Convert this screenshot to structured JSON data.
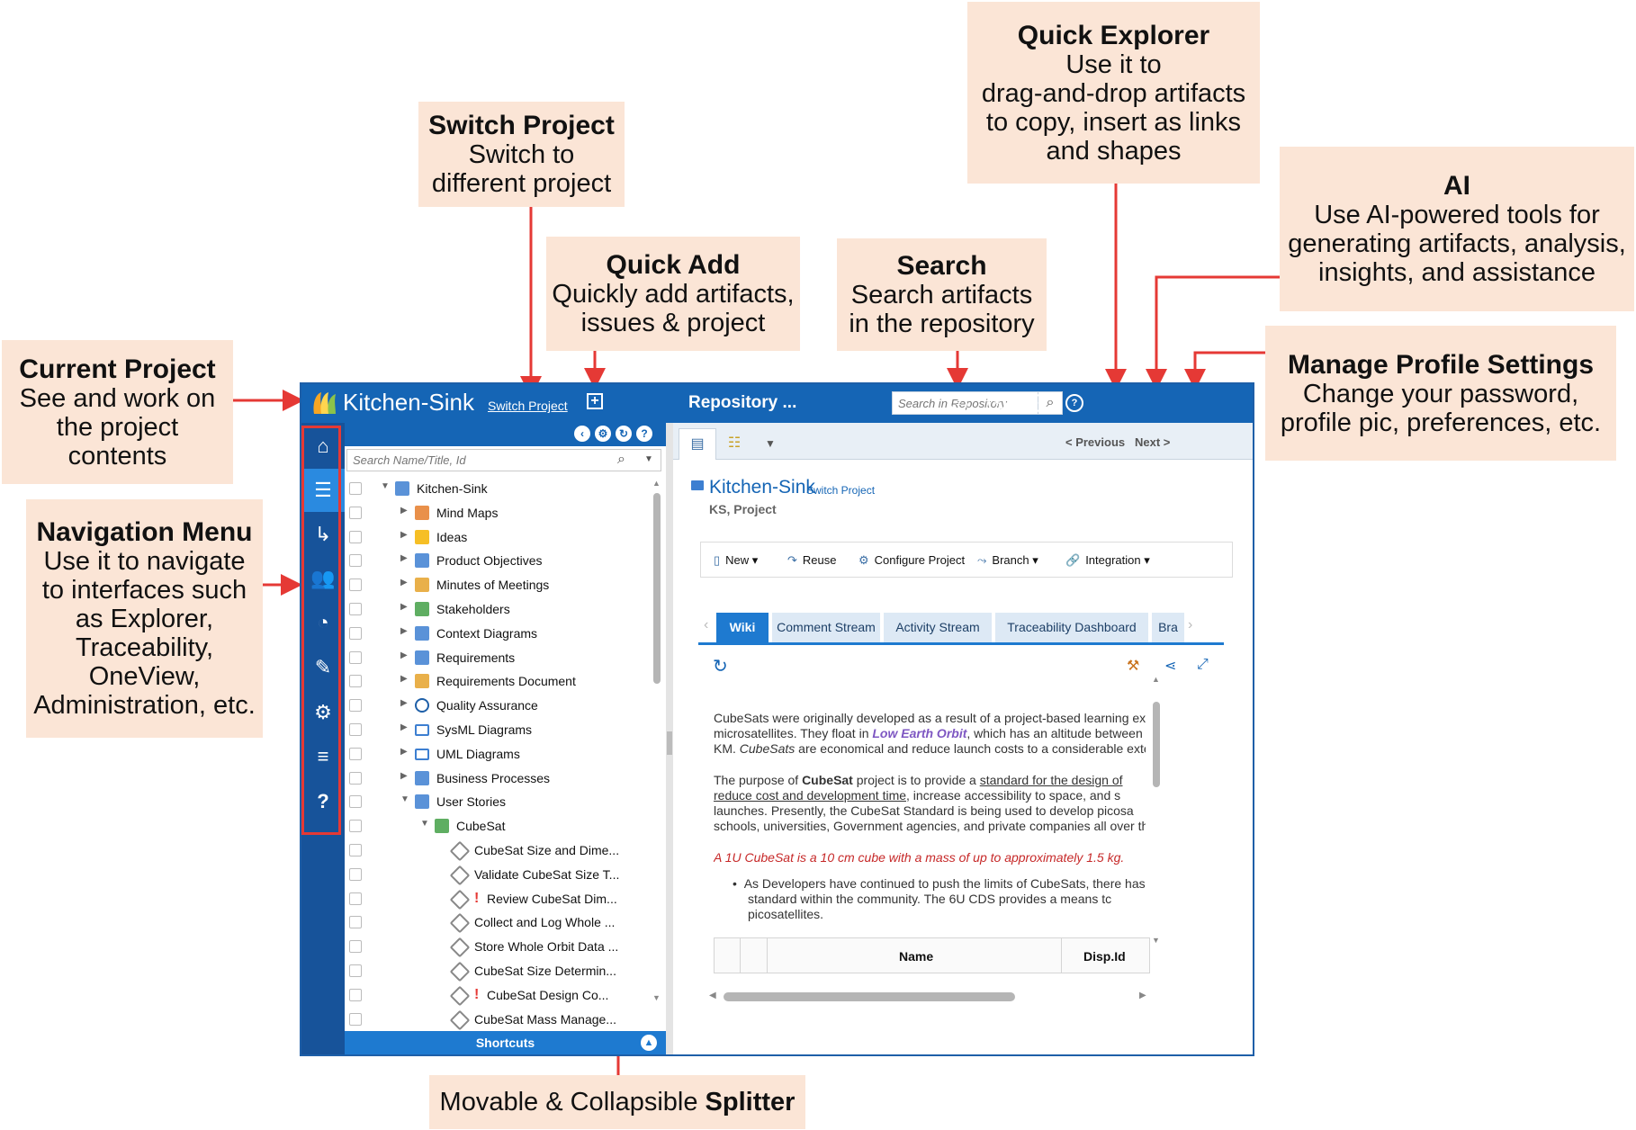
{
  "callouts": {
    "current_project": {
      "title": "Current Project",
      "desc": [
        "See and work on",
        "the project",
        "contents"
      ]
    },
    "navigation_menu": {
      "title": "Navigation Menu",
      "desc": [
        "Use it to navigate",
        "to interfaces such",
        "as Explorer,",
        "Traceability,",
        "OneView,",
        "Administration, etc."
      ]
    },
    "switch_project": {
      "title": "Switch Project",
      "desc": [
        "Switch to",
        "different project"
      ]
    },
    "quick_add": {
      "title": "Quick Add",
      "desc": [
        "Quickly add artifacts,",
        "issues & project"
      ]
    },
    "search": {
      "title": "Search",
      "desc": [
        "Search artifacts",
        "in the repository"
      ]
    },
    "quick_explorer": {
      "title": "Quick Explorer",
      "desc": [
        "Use it to",
        "drag-and-drop artifacts",
        "to copy, insert as links",
        "and shapes"
      ]
    },
    "ai": {
      "title": "AI",
      "desc": [
        "Use AI-powered tools for",
        "generating artifacts, analysis,",
        "insights, and assistance"
      ]
    },
    "manage_profile": {
      "title": "Manage Profile Settings",
      "desc": [
        "Change your password,",
        "profile pic, preferences, etc."
      ]
    },
    "splitter": {
      "title_prefix": "Movable & Collapsible ",
      "title_bold": "Splitter"
    }
  },
  "topbar": {
    "project_name": "Kitchen-Sink",
    "switch_project_link": "Switch Project",
    "quick_add_icon": "plus-icon",
    "page_title": "Repository ...",
    "search_placeholder": "Search in Repository",
    "icons": [
      "quick-explorer-icon",
      "ai-icon",
      "profile-icon",
      "help-icon"
    ]
  },
  "nav": {
    "items": [
      "home-icon",
      "database-icon",
      "traceability-arrow-icon",
      "users-icon",
      "pie-chart-icon",
      "ruler-icon",
      "gear-icon",
      "menu-icon",
      "help-icon"
    ]
  },
  "tree": {
    "search_placeholder": "Search Name/Title, Id",
    "items": [
      {
        "label": "Kitchen-Sink",
        "icon": "folder-icon",
        "color": "#3d7fd1"
      },
      {
        "label": "Mind Maps",
        "icon": "mind-map-icon",
        "color": "#e57c2a"
      },
      {
        "label": "Ideas",
        "icon": "idea-icon",
        "color": "#f4b400"
      },
      {
        "label": "Product Objectives",
        "icon": "objectives-icon",
        "color": "#3d7fd1"
      },
      {
        "label": "Minutes of Meetings",
        "icon": "meetings-icon",
        "color": "#e5a22a"
      },
      {
        "label": "Stakeholders",
        "icon": "stakeholders-icon",
        "color": "#43a047"
      },
      {
        "label": "Context Diagrams",
        "icon": "context-diagram-icon",
        "color": "#3d7fd1"
      },
      {
        "label": "Requirements",
        "icon": "requirements-icon",
        "color": "#3d7fd1"
      },
      {
        "label": "Requirements Document",
        "icon": "document-icon",
        "color": "#e5a22a"
      },
      {
        "label": "Quality Assurance",
        "icon": "check-circle-icon",
        "color": "#1e5fa8"
      },
      {
        "label": "SysML Diagrams",
        "icon": "folder-outline-icon",
        "color": "#3d7fd1"
      },
      {
        "label": "UML Diagrams",
        "icon": "folder-outline-icon",
        "color": "#3d7fd1"
      },
      {
        "label": "Business Processes",
        "icon": "process-icon",
        "color": "#3d7fd1"
      },
      {
        "label": "User Stories",
        "icon": "user-story-icon",
        "color": "#3d7fd1"
      },
      {
        "label": "CubeSat",
        "icon": "folder-green-icon",
        "color": "#43a047"
      },
      {
        "label": "CubeSat Size and Dime...",
        "icon": "diamond-icon",
        "color": "#888888"
      },
      {
        "label": "Validate CubeSat Size T...",
        "icon": "diamond-icon",
        "color": "#888888"
      },
      {
        "label": "Review CubeSat Dim...",
        "icon": "diamond-icon",
        "color": "#888888"
      },
      {
        "label": "Collect and Log Whole ...",
        "icon": "diamond-icon",
        "color": "#888888"
      },
      {
        "label": "Store Whole Orbit Data ...",
        "icon": "diamond-icon",
        "color": "#888888"
      },
      {
        "label": "CubeSat Size Determin...",
        "icon": "diamond-icon",
        "color": "#888888"
      },
      {
        "label": "CubeSat Design Co...",
        "icon": "diamond-icon",
        "color": "#888888"
      },
      {
        "label": "CubeSat Mass Manage...",
        "icon": "diamond-icon",
        "color": "#888888"
      }
    ],
    "shortcuts_label": "Shortcuts"
  },
  "content": {
    "prev_label": "< Previous",
    "next_label": "Next >",
    "title": "Kitchen-Sink",
    "switch_project": "Switch Project",
    "subtitle": "KS, Project",
    "toolbar": {
      "new": "New",
      "reuse": "Reuse",
      "configure": "Configure Project",
      "branch": "Branch",
      "integration": "Integration"
    },
    "tabs": [
      "Wiki",
      "Comment Stream",
      "Activity Stream",
      "Traceability Dashboard",
      "Bra"
    ],
    "para1": [
      "CubeSats were originally developed as a result of a project-based learning exp",
      "microsatellites. They float in ",
      "Low Earth Orbit",
      ", which has an altitude between ",
      "KM. ",
      "CubeSats",
      " are economical and reduce launch costs to a considerable exten"
    ],
    "para2": [
      "The purpose of ",
      "CubeSat",
      " project is to provide a ",
      "standard for the design of",
      "reduce cost and development time",
      ", increase accessibility to space, and s",
      "launches. Presently, the CubeSat Standard is being used to develop picosa",
      "schools, universities, Government agencies, and private companies all over the"
    ],
    "note": "A 1U CubeSat is a 10 cm cube with a mass of up to approximately 1.5 kg.",
    "bullet": [
      "As Developers have continued to push the limits of CubeSats, there has",
      "standard within the community. The 6U CDS provides a means tc",
      "picosatellites."
    ],
    "table_headers": [
      "Name",
      "Disp.Id"
    ]
  },
  "colors": {
    "brand": "#1565b5",
    "nav": "#17539a",
    "callout": "#fbe5d6",
    "arrow": "#e53935"
  }
}
